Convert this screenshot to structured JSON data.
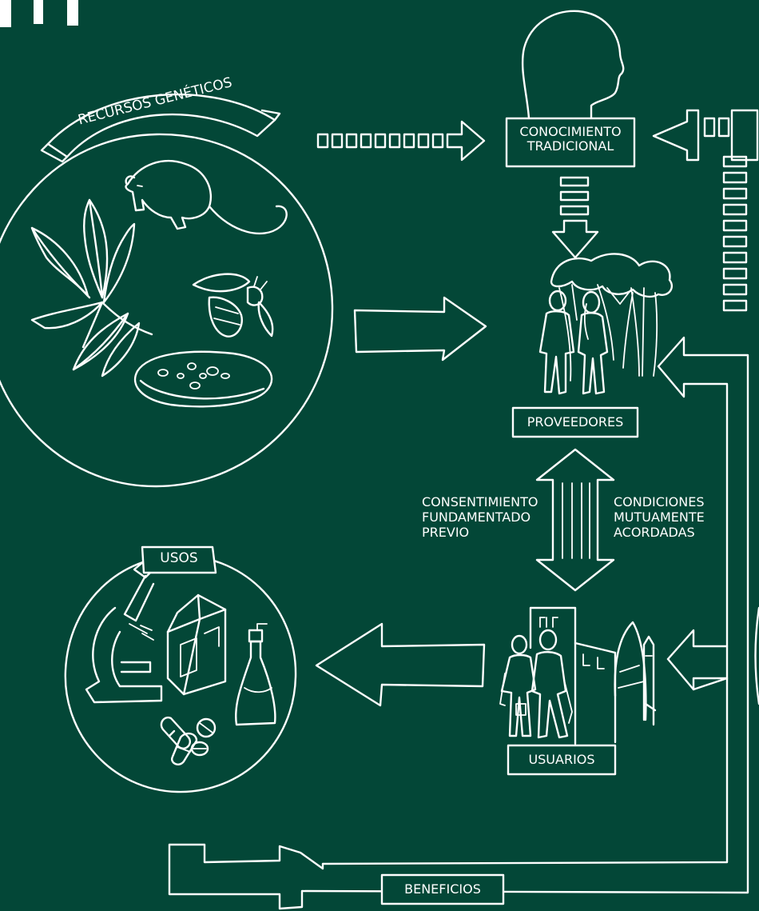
{
  "nodes": {
    "genetic_resources": {
      "label": "RECURSOS GENÉTICOS"
    },
    "traditional_knowledge": {
      "line1": "CONOCIMIENTO",
      "line2": "TRADICIONAL"
    },
    "providers": {
      "label": "PROVEEDORES"
    },
    "users": {
      "label": "USUARIOS"
    },
    "uses": {
      "label": "USOS"
    },
    "benefits": {
      "label": "BENEFICIOS"
    }
  },
  "edges": {
    "prior_informed_consent": {
      "line1": "CONSENTIMIENTO",
      "line2": "FUNDAMENTADO",
      "line3": "PREVIO"
    },
    "mutually_agreed_terms": {
      "line1": "CONDICIONES",
      "line2": "MUTUAMENTE",
      "line3": "ACORDADAS"
    }
  },
  "colors": {
    "background": "#034737",
    "ink": "#ffffff"
  }
}
